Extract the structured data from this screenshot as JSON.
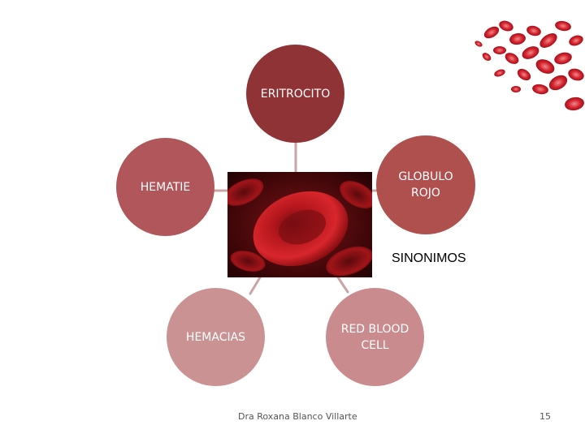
{
  "diagram": {
    "center_node": "ERITROCITO",
    "nodes": {
      "right": "GLOBULO ROJO",
      "left": "HEMATIE",
      "bottom_left": "HEMACIAS",
      "bottom_right": "RED BLOOD CELL"
    },
    "caption": "SINONIMOS"
  },
  "footer": {
    "author": "Dra Roxana Blanco Villarte",
    "page_number": "15"
  },
  "colors": {
    "node_top": "#8f3336",
    "node_right": "#b0504e",
    "node_left": "#b1565b",
    "node_bottom_left": "#cb9294",
    "node_bottom_right": "#c98b8e",
    "connector": "#c9a4a6"
  }
}
